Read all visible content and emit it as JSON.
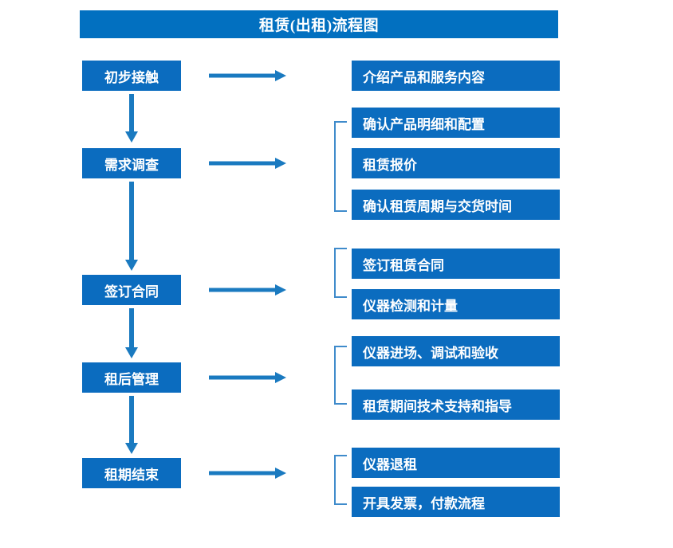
{
  "title": "租赁(出租)流程图",
  "colors": {
    "banner_bg": "#0270c0",
    "node_bg": "#0b6cbf",
    "node_text": "#ffffff",
    "arrow": "#1a7ac0",
    "bracket": "#3f8bcb",
    "page_bg": "#ffffff"
  },
  "stages": [
    {
      "id": "initial-contact",
      "label": "初步接触",
      "tasks": [
        {
          "label": "介绍产品和服务内容"
        }
      ],
      "bracket": false
    },
    {
      "id": "demand-survey",
      "label": "需求调查",
      "tasks": [
        {
          "label": "确认产品明细和配置"
        },
        {
          "label": "租赁报价"
        },
        {
          "label": "确认租赁周期与交货时间"
        }
      ],
      "bracket": true
    },
    {
      "id": "sign-contract",
      "label": "签订合同",
      "tasks": [
        {
          "label": "签订租赁合同"
        },
        {
          "label": "仪器检测和计量"
        }
      ],
      "bracket": true
    },
    {
      "id": "post-rental-management",
      "label": "租后管理",
      "tasks": [
        {
          "label": "仪器进场、调试和验收"
        },
        {
          "label": "租赁期间技术支持和指导"
        }
      ],
      "bracket": true
    },
    {
      "id": "rental-end",
      "label": "租期结束",
      "tasks": [
        {
          "label": "仪器退租"
        },
        {
          "label": "开具发票，付款流程"
        }
      ],
      "bracket": true
    }
  ]
}
